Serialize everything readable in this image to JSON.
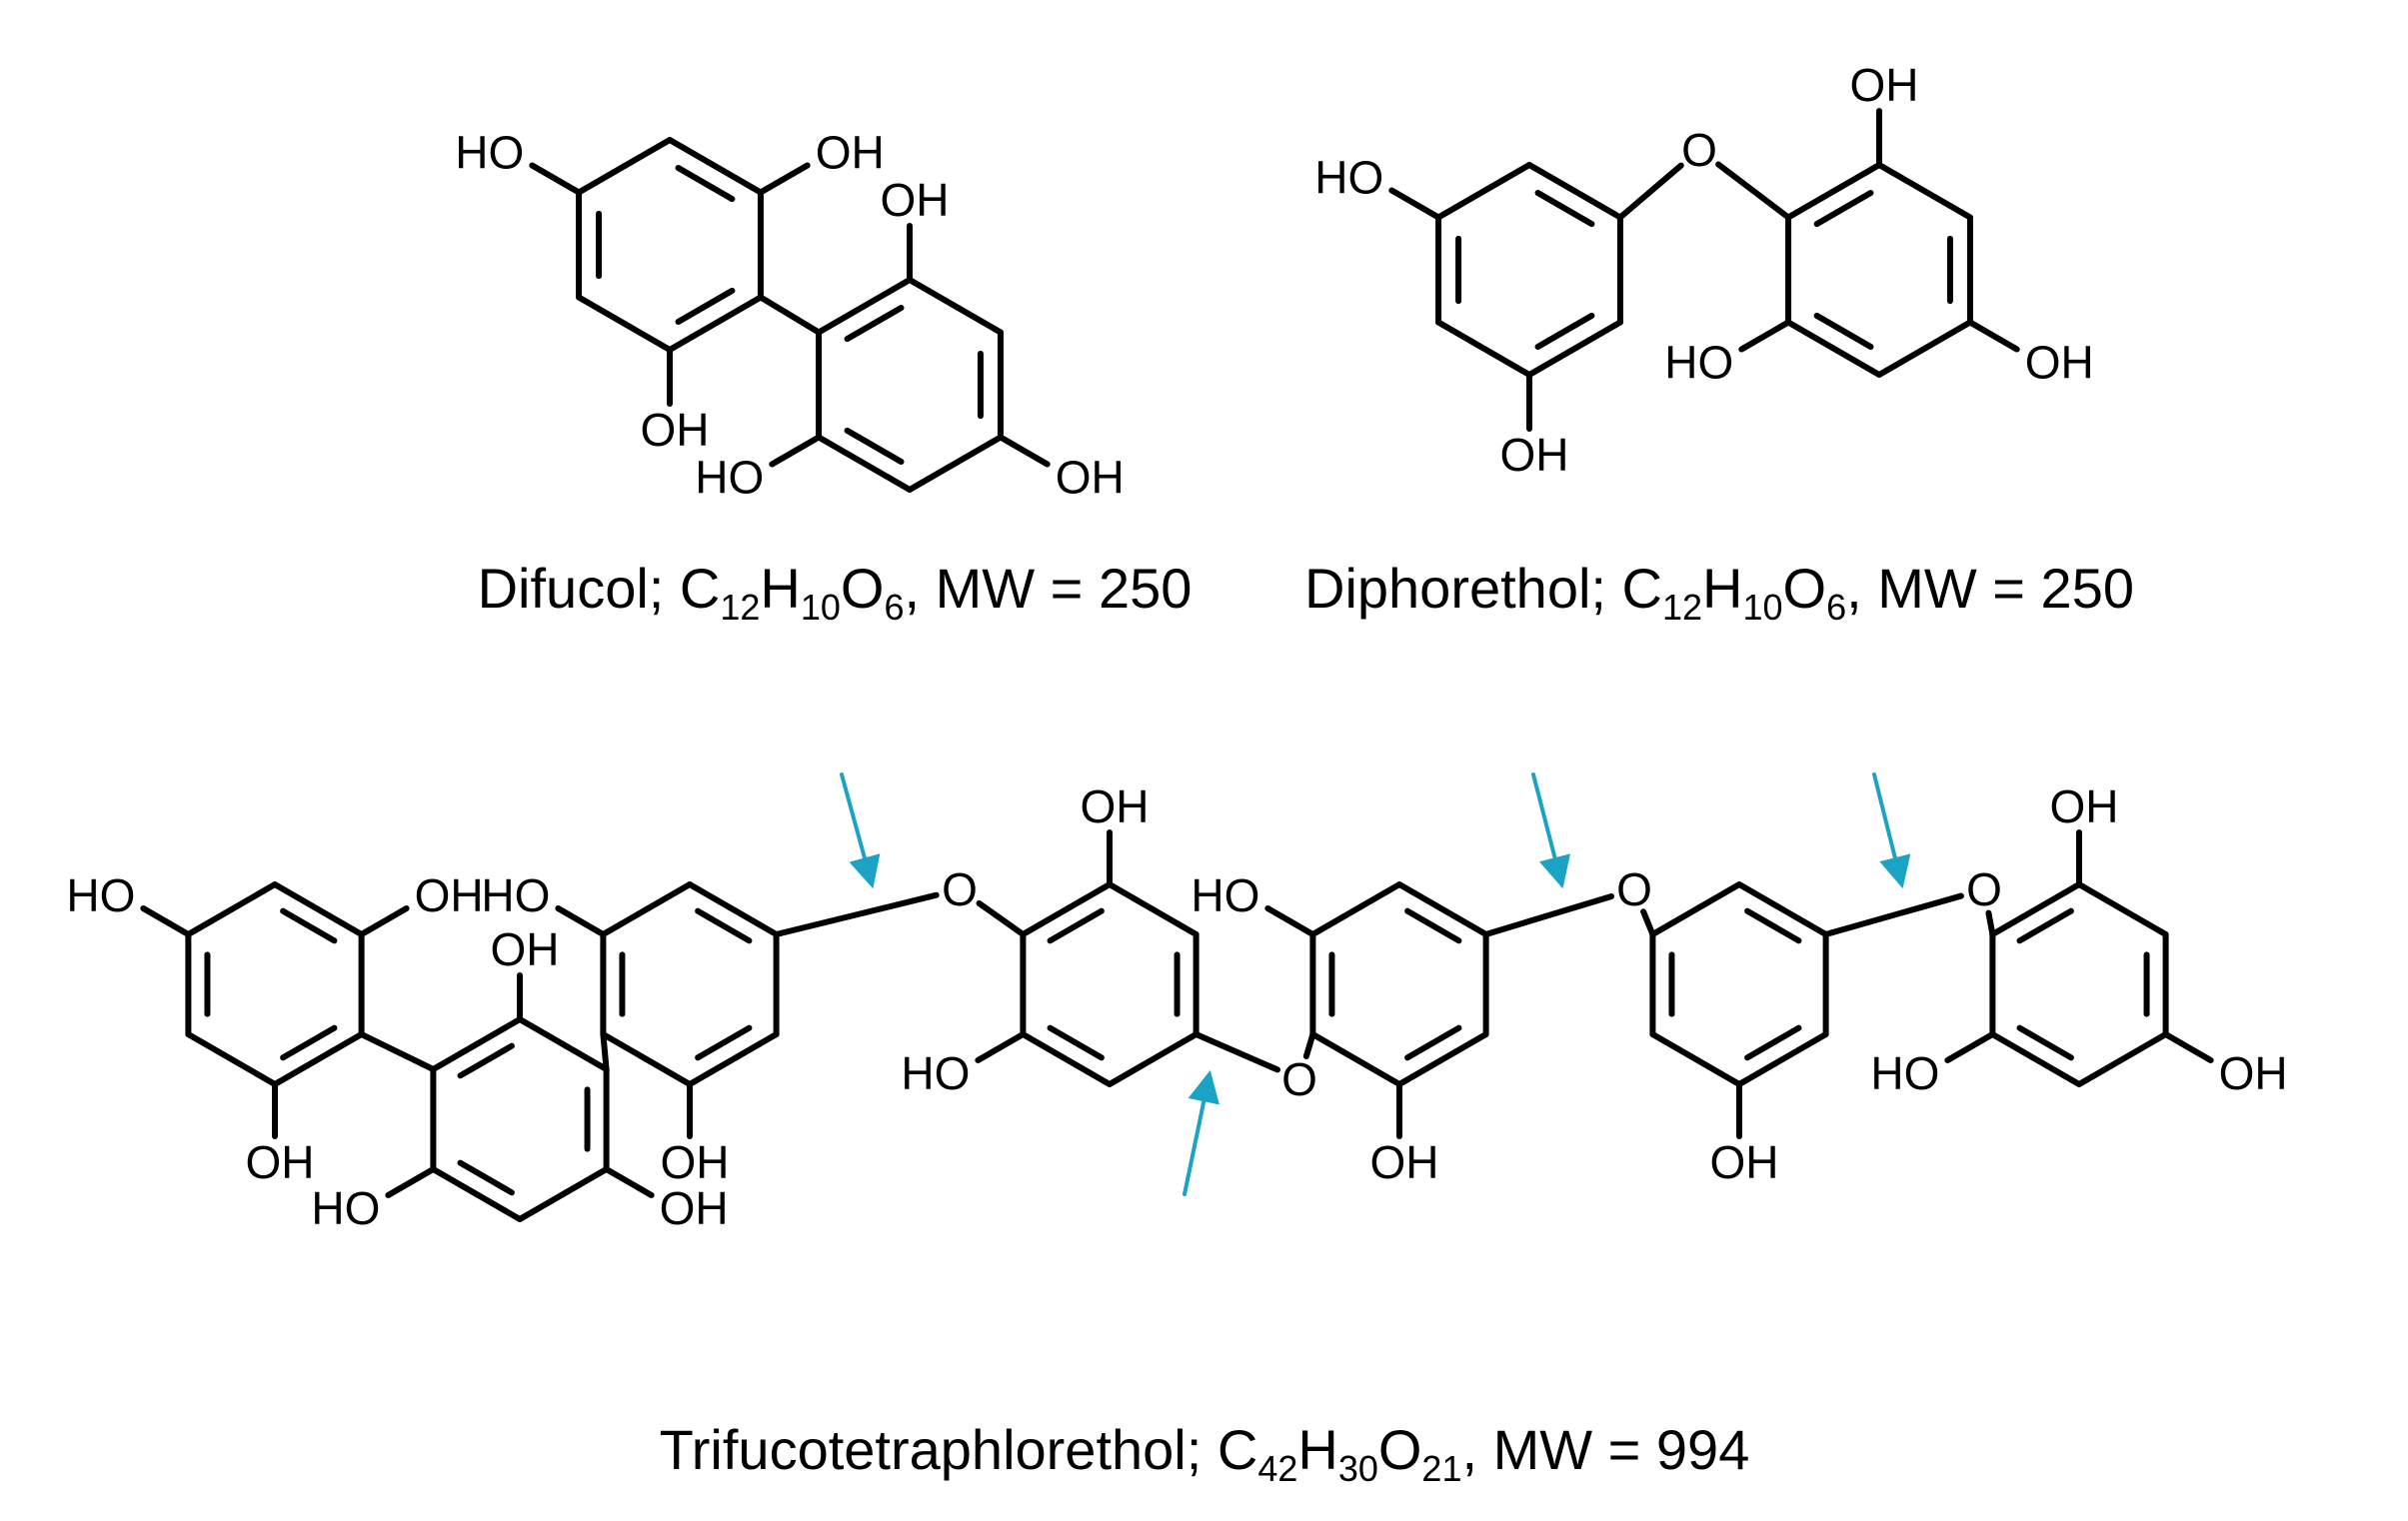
{
  "colors": {
    "structure": "#000000",
    "arrow": "#1aa3c4",
    "background": "#ffffff"
  },
  "atom_labels": {
    "hydroxyl": "OH",
    "hydroxyl_left": "HO",
    "ether_oxygen": "O"
  },
  "molecules": [
    {
      "id": "difucol",
      "name": "Difucol",
      "formula_parts": [
        {
          "text": "C",
          "sub": false
        },
        {
          "text": "12",
          "sub": true
        },
        {
          "text": "H",
          "sub": false
        },
        {
          "text": "10",
          "sub": true
        },
        {
          "text": "O",
          "sub": false
        },
        {
          "text": "6",
          "sub": true
        }
      ],
      "mw_label": "MW = 250"
    },
    {
      "id": "diphorethol",
      "name": "Diphorethol",
      "formula_parts": [
        {
          "text": "C",
          "sub": false
        },
        {
          "text": "12",
          "sub": true
        },
        {
          "text": "H",
          "sub": false
        },
        {
          "text": "10",
          "sub": true
        },
        {
          "text": "O",
          "sub": false
        },
        {
          "text": "6",
          "sub": true
        }
      ],
      "mw_label": "MW = 250"
    },
    {
      "id": "trifucotetraphlorethol",
      "name": "Trifucotetraphlorethol",
      "formula_parts": [
        {
          "text": "C",
          "sub": false
        },
        {
          "text": "42",
          "sub": true
        },
        {
          "text": "H",
          "sub": false
        },
        {
          "text": "30",
          "sub": true
        },
        {
          "text": "O",
          "sub": false
        },
        {
          "text": "21",
          "sub": true
        }
      ],
      "mw_label": "MW = 994"
    }
  ]
}
